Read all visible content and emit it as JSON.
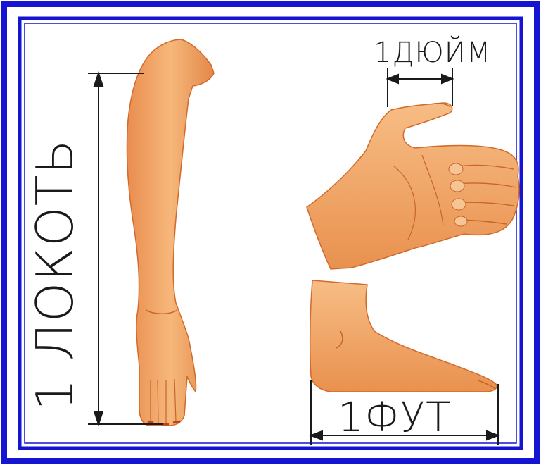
{
  "labels": {
    "cubit": "1 ЛОКОТЬ",
    "inch": "1ДЮЙМ",
    "foot": "1ФУТ"
  },
  "colors": {
    "frame_blue": "#1414d2",
    "skin_fill": "#f0a868",
    "skin_shade": "#d9783a",
    "line": "#1a1a1a"
  }
}
